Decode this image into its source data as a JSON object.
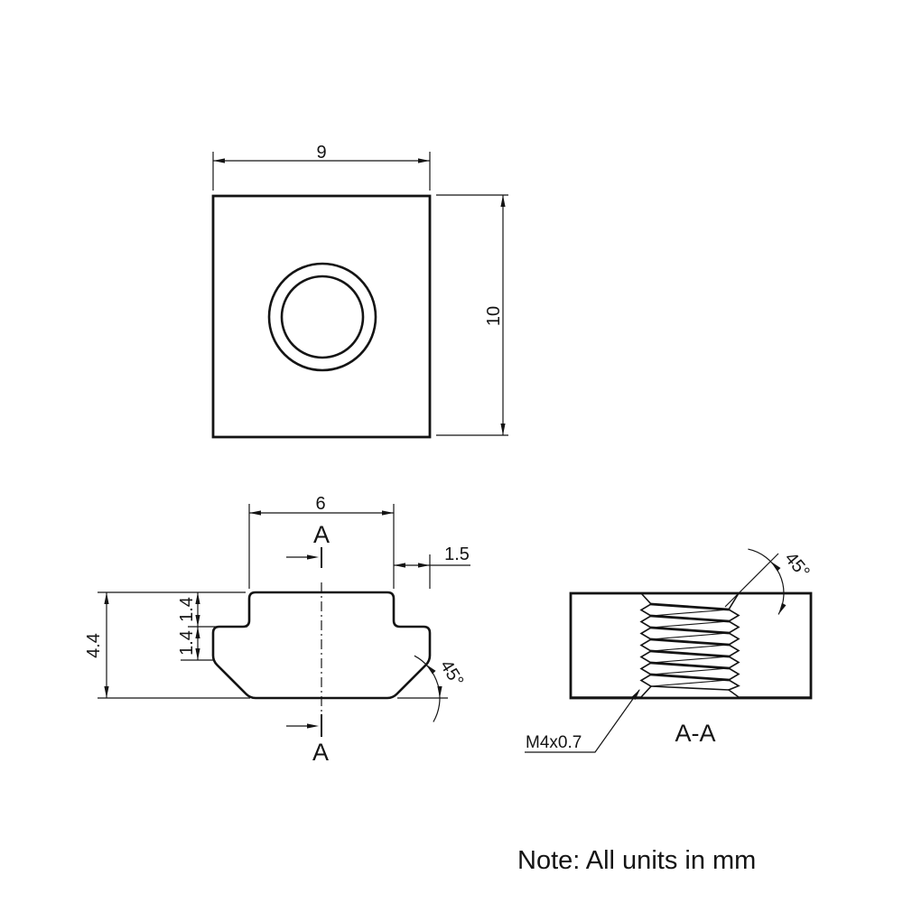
{
  "drawing": {
    "background_color": "#ffffff",
    "line_color": "#141414",
    "note": "Note: All units in mm",
    "views": {
      "top_view": {
        "width_dim": "9",
        "height_dim": "10"
      },
      "front_view": {
        "top_width_dim": "6",
        "offset_dim": "1.5",
        "height_dim": "4.4",
        "upper_step_dim": "1.4",
        "lower_step_dim": "1.4",
        "chamfer_angle_dim": "45°",
        "section_marker_top": "A",
        "section_marker_bottom": "A"
      },
      "section_view": {
        "title": "A-A",
        "thread_callout": "M4x0.7",
        "chamfer_angle_dim": "45°"
      }
    }
  }
}
